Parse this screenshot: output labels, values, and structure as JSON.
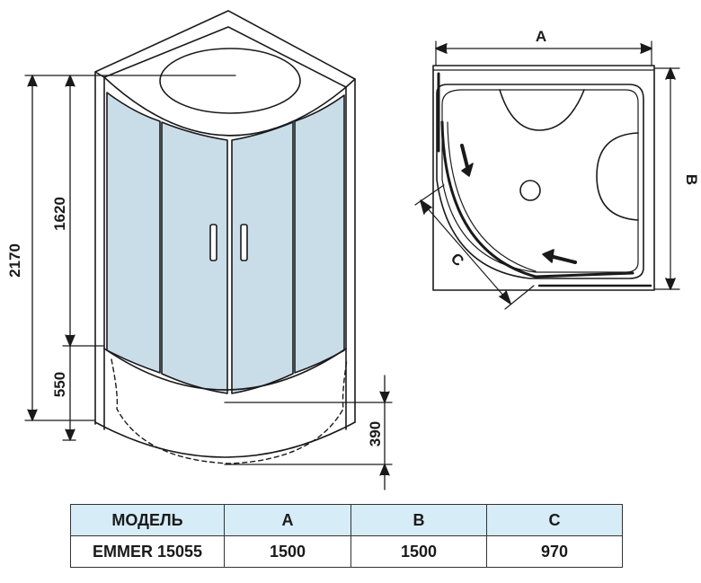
{
  "dimensions": {
    "height_total": "2170",
    "height_door": "1620",
    "height_tray": "550",
    "tray_depth": "390",
    "label_a": "A",
    "label_b": "B",
    "label_c": "C"
  },
  "table": {
    "headers": [
      "МОДЕЛЬ",
      "A",
      "B",
      "C"
    ],
    "rows": [
      [
        "EMMER 15055",
        "1500",
        "1500",
        "970"
      ]
    ]
  },
  "colors": {
    "glass": "#c9dde9",
    "table_header": "#d6ecf7",
    "line": "#1a1a1a"
  }
}
